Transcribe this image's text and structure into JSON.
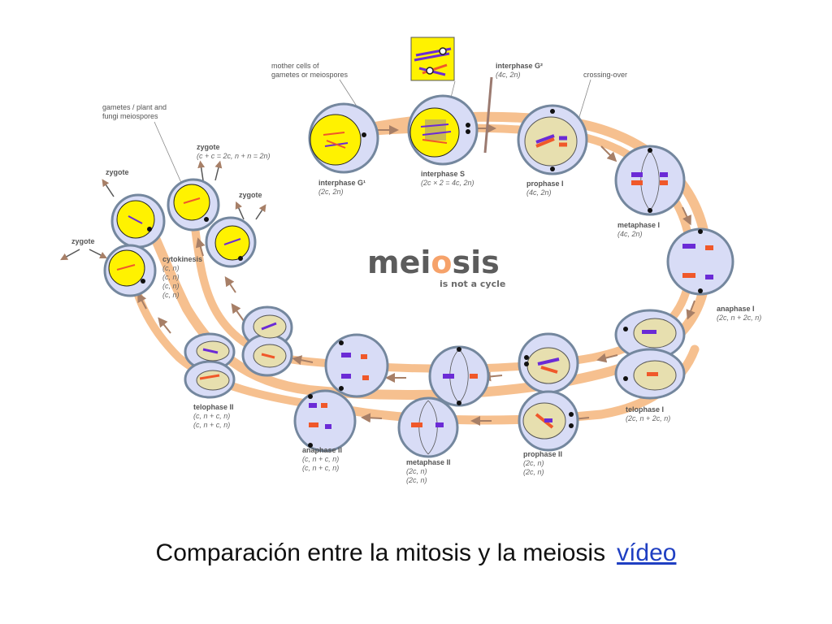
{
  "colors": {
    "band": "#f6c08f",
    "arrow": "#a77f67",
    "cell_fill": "#d8dcf6",
    "cell_stroke": "#74879e",
    "nucleus_fill": "#e7dfaf",
    "yellow": "#fff200",
    "chrom_purple": "#6b2bd6",
    "chrom_orange": "#f0582a",
    "title_o": "#f6a26a"
  },
  "title": {
    "prefix": "mei",
    "highlight": "o",
    "suffix": "sis",
    "subtitle": "is not a cycle"
  },
  "labels": {
    "mother_cells": [
      "mother cells of",
      "gametes or meiospores"
    ],
    "gametes": [
      "gametes / plant and",
      "fungi meiospores"
    ],
    "interphase_g2": "interphase G²",
    "interphase_g2_formula": "(4c, 2n)",
    "crossing_over": "crossing-over",
    "interphase_g1": "interphase G¹",
    "interphase_g1_formula": "(2c, 2n)",
    "interphase_s": "interphase S",
    "interphase_s_formula": "(2c × 2 = 4c, 2n)",
    "prophase_1": "prophase I",
    "prophase_1_formula": "(4c, 2n)",
    "metaphase_1": "metaphase I",
    "metaphase_1_formula": "(4c, 2n)",
    "anaphase_1": "anaphase I",
    "anaphase_1_formula": "(2c, n + 2c, n)",
    "telophase_1": "telophase I",
    "telophase_1_formula": "(2c, n + 2c, n)",
    "prophase_2": "prophase II",
    "prophase_2_formula_1": "(2c, n)",
    "prophase_2_formula_2": "(2c, n)",
    "metaphase_2": "metaphase II",
    "metaphase_2_formula_1": "(2c, n)",
    "metaphase_2_formula_2": "(2c, n)",
    "anaphase_2": "anaphase II",
    "anaphase_2_formula_1": "(c, n + c, n)",
    "anaphase_2_formula_2": "(c, n + c, n)",
    "telophase_2": "telophase II",
    "telophase_2_formula_1": "(c, n + c, n)",
    "telophase_2_formula_2": "(c, n + c, n)",
    "cytokinesis": "cytokinesis",
    "cytokinesis_formula_1": "(c, n)",
    "cytokinesis_formula_2": "(c, n)",
    "cytokinesis_formula_3": "(c, n)",
    "cytokinesis_formula_4": "(c, n)",
    "zygote_top": "zygote",
    "zygote_top_formula": "(c + c = 2c, n + n = 2n)",
    "zygote_left": "zygote",
    "zygote_right": "zygote",
    "zygote_bottom": "zygote"
  },
  "caption": {
    "text": "Comparación entre la mitosis y la meiosis",
    "link": "vídeo"
  }
}
